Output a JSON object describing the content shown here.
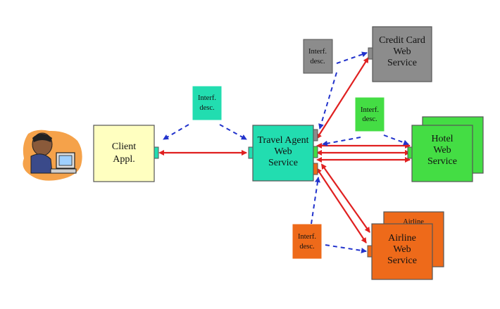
{
  "nodes": {
    "client": {
      "lines": [
        "Client",
        "Appl."
      ],
      "color": "#ffffc0"
    },
    "travel_agent": {
      "lines": [
        "Travel Agent",
        "Web",
        "Service"
      ],
      "color": "#22ddb0"
    },
    "credit_card": {
      "lines": [
        "Credit Card",
        "Web",
        "Service"
      ],
      "color": "#8c8c8c"
    },
    "hotel": {
      "lines": [
        "Hotel",
        "Web",
        "Service"
      ],
      "color": "#44dd44"
    },
    "airline": {
      "lines": [
        "Airline",
        "Web",
        "Service"
      ],
      "color": "#ee6a1a"
    },
    "airline_back_text": "Airline"
  },
  "interface_descriptions": {
    "client": {
      "lines": [
        "Interf.",
        "desc."
      ],
      "color": "#22ddb0"
    },
    "credit_card": {
      "lines": [
        "Interf.",
        "desc."
      ],
      "color": "#8c8c8c"
    },
    "hotel": {
      "lines": [
        "Interf.",
        "desc."
      ],
      "color": "#44dd44"
    },
    "airline": {
      "lines": [
        "Interf.",
        "desc."
      ],
      "color": "#ee6a1a"
    }
  },
  "connector_colors": {
    "message": "#e02020",
    "description": "#2233cc"
  },
  "icons": {
    "user": "person-at-computer-icon"
  }
}
